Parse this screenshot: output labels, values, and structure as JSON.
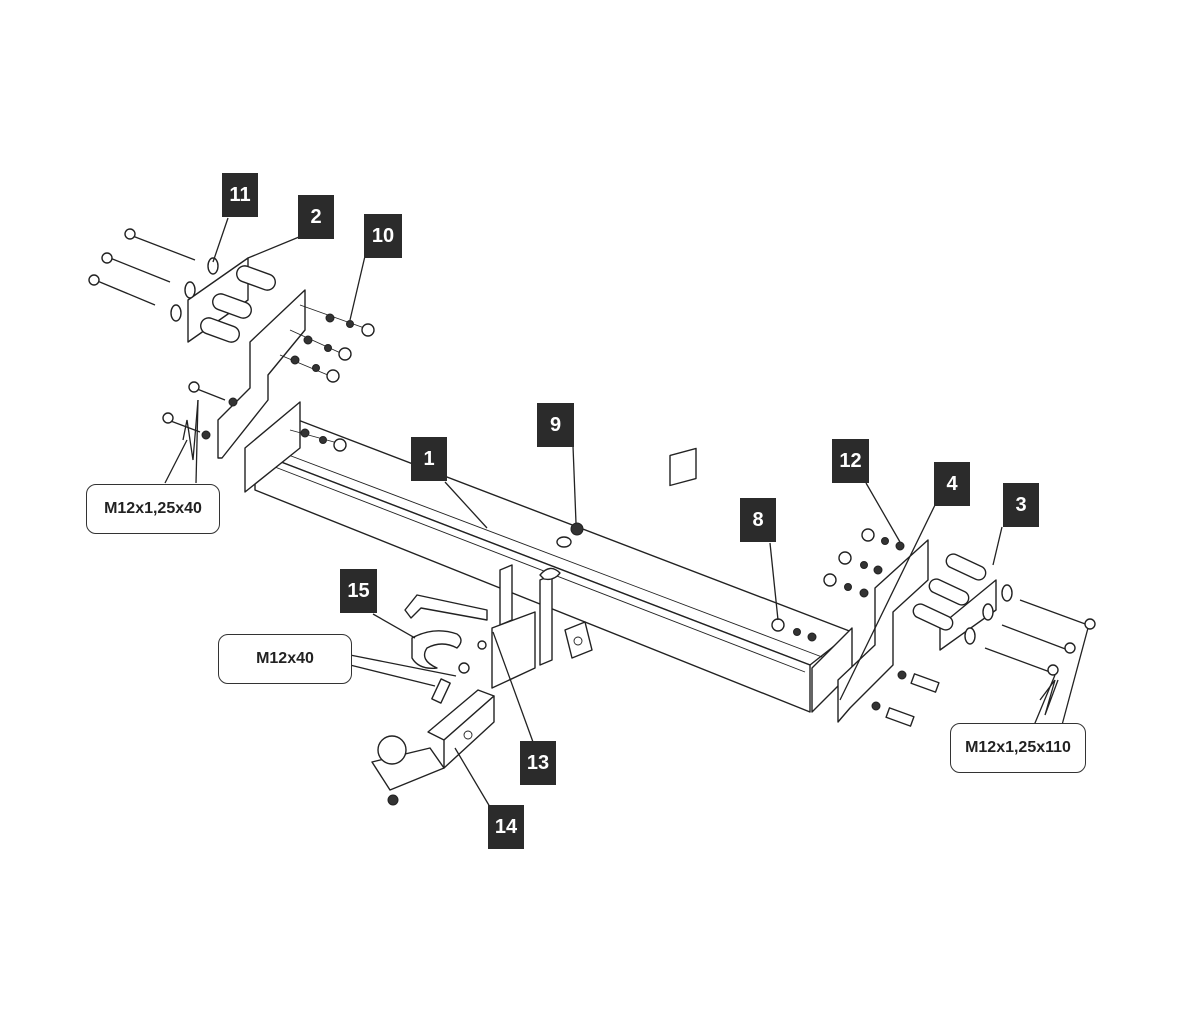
{
  "diagram": {
    "title": "Tow bar exploded assembly",
    "part_labels": [
      {
        "id": "label-1",
        "number": "1"
      },
      {
        "id": "label-2",
        "number": "2"
      },
      {
        "id": "label-3",
        "number": "3"
      },
      {
        "id": "label-4",
        "number": "4"
      },
      {
        "id": "label-8",
        "number": "8"
      },
      {
        "id": "label-9",
        "number": "9"
      },
      {
        "id": "label-10",
        "number": "10"
      },
      {
        "id": "label-11",
        "number": "11"
      },
      {
        "id": "label-12",
        "number": "12"
      },
      {
        "id": "label-13",
        "number": "13"
      },
      {
        "id": "label-14",
        "number": "14"
      },
      {
        "id": "label-15",
        "number": "15"
      }
    ],
    "bolt_callouts": [
      {
        "id": "bolt-left",
        "text": "M12x1,25x40"
      },
      {
        "id": "bolt-center",
        "text": "M12x40"
      },
      {
        "id": "bolt-right",
        "text": "M12x1,25x110"
      }
    ],
    "colors": {
      "label_bg": "#2b2b2b",
      "label_text": "#ffffff",
      "line": "#222222"
    }
  }
}
